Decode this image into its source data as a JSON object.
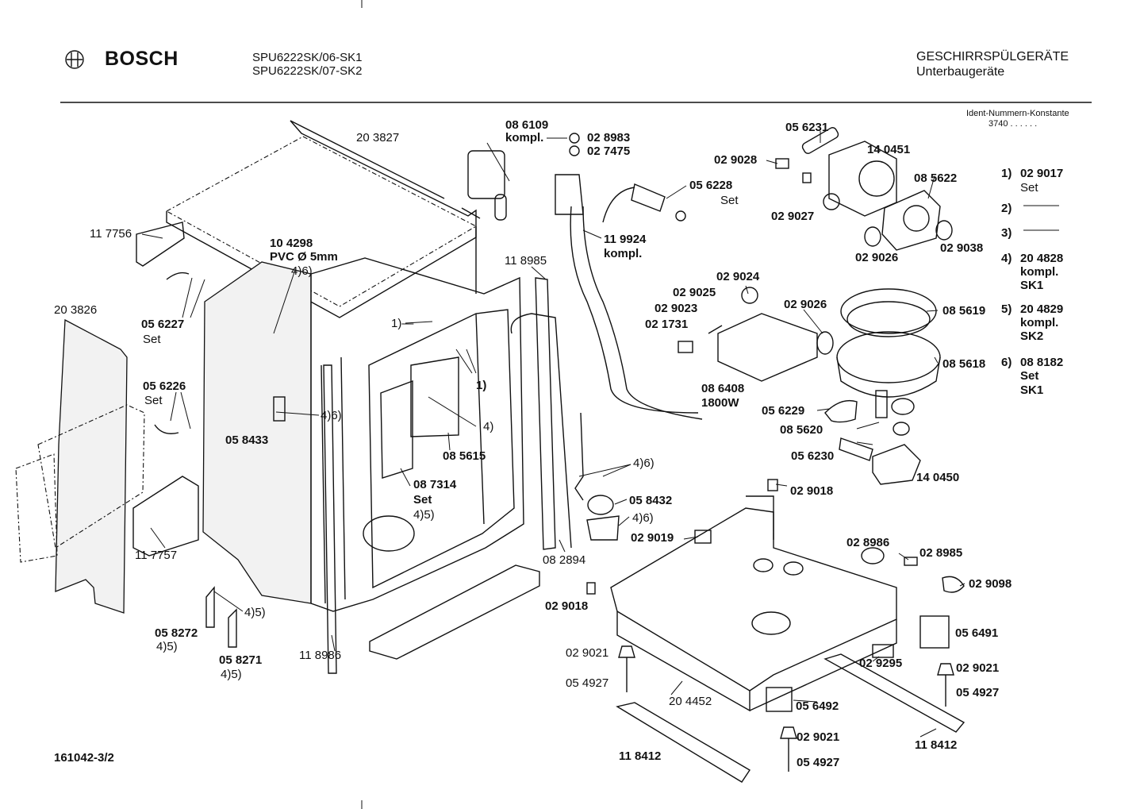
{
  "header": {
    "brand": "BOSCH",
    "models": [
      "SPU6222SK/06-SK1",
      "SPU6222SK/07-SK2"
    ],
    "category": "GESCHIRRSPÜLGERÄTE",
    "subcategory": "Unterbaugeräte",
    "ident_title": "Ident-Nummern-Konstante",
    "ident_value": "3740 . .   . . . ."
  },
  "legend": [
    {
      "key": "1)",
      "lines": [
        "02 9017",
        "Set"
      ]
    },
    {
      "key": "2)",
      "lines": [
        "———"
      ]
    },
    {
      "key": "3)",
      "lines": [
        "———"
      ]
    },
    {
      "key": "4)",
      "lines": [
        "20 4828",
        "kompl.",
        "SK1"
      ]
    },
    {
      "key": "5)",
      "lines": [
        "20 4829",
        "kompl.",
        "SK2"
      ]
    },
    {
      "key": "6)",
      "lines": [
        "08 8182",
        "Set",
        "SK1"
      ]
    }
  ],
  "parts": {
    "p203827": "20 3827",
    "p086109": "08 6109",
    "p086109b": "kompl.",
    "p028983": "02 8983",
    "p027475": "02 7475",
    "p056231": "05 6231",
    "p029028": "02 9028",
    "p140451": "14 0451",
    "p085622": "08 5622",
    "p056228": "05 6228",
    "p056228b": "Set",
    "p029027": "02 9027",
    "p029026a": "02 9026",
    "p029038": "02 9038",
    "p117756": "11 7756",
    "p104298": "10 4298",
    "p104298b": "PVC Ø 5mm",
    "p46a": "4)6)",
    "p119924": "11 9924",
    "p119924b": "kompl.",
    "p118985": "11 8985",
    "p029024": "02 9024",
    "p029025": "02 9025",
    "p029023": "02 9023",
    "p021731": "02 1731",
    "p029026b": "02 9026",
    "p085619": "08 5619",
    "p085618": "08 5618",
    "p203826": "20 3826",
    "p056227": "05 6227",
    "p056227b": "Set",
    "p1a": "1)—",
    "p1b": "1)",
    "p086408": "08 6408",
    "p086408b": "1800W",
    "p056229": "05 6229",
    "p085620": "08 5620",
    "p056226": "05 6226",
    "p056226b": "Set",
    "p46b": "4)6)",
    "p4a": "4)",
    "p058433": "05 8433",
    "p085615": "08 5615",
    "p056230": "05 6230",
    "p140450": "14 0450",
    "p46c": "4)6)",
    "p029018a": "02 9018",
    "p087314": "08 7314",
    "p087314b": "Set",
    "p45a": "4)5)",
    "p058432": "05 8432",
    "p46d": "4)6)",
    "p029019": "02 9019",
    "p028986": "02 8986",
    "p028985": "02 8985",
    "p117757": "11 7757",
    "p082894": "08 2894",
    "p029018b": "02 9018",
    "p029098": "02 9098",
    "p45b": "4)5)",
    "p058272": "05 8272",
    "p45c": "4)5)",
    "p058271": "05 8271",
    "p45d": "4)5)",
    "p118986": "11 8986",
    "p029021a": "02 9021",
    "p054927a": "05 4927",
    "p204452": "20 4452",
    "p029295": "02 9295",
    "p056491": "05 6491",
    "p029021b": "02 9021",
    "p054927b": "05 4927",
    "p056492": "05 6492",
    "p029021c": "02 9021",
    "p054927c": "05 4927",
    "p118412a": "11 8412",
    "p118412b": "11 8412"
  },
  "footer": {
    "drawing_number": "161042-3/2"
  }
}
